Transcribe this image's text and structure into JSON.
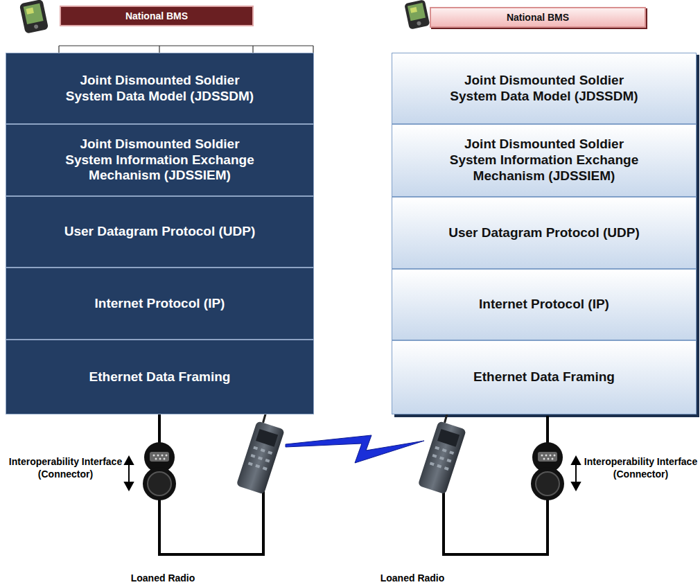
{
  "diagram": {
    "nodes": [
      {
        "text": [
          "National BMS"
        ]
      },
      {
        "text": [
          "Joint Dismounted Soldier System Data Model (JDSSDM)"
        ]
      },
      {
        "text": [
          "Joint Dismounted Soldier System Information Exchange Mechanism (JDSSIEM)"
        ]
      },
      {
        "text": [
          "User Datagram Protocol (UDP)"
        ]
      },
      {
        "text": [
          "Internet Protocol (IP)"
        ]
      },
      {
        "text": [
          "Ethernet Data Framing"
        ]
      },
      {
        "text": [
          "National BMS"
        ]
      },
      {
        "text": [
          "Joint Dismounted Soldier System Data Model (JDSSDM)"
        ]
      },
      {
        "text": [
          "Joint Dismounted Soldier System Information Exchange Mechanism (JDSSIEM)"
        ]
      },
      {
        "text": [
          "User Datagram Protocol (UDP)"
        ]
      },
      {
        "text": [
          "Internet Protocol (IP)"
        ]
      },
      {
        "text": [
          "Ethernet Data Framing"
        ]
      }
    ],
    "labels": [
      "Interoperability Interface (Connector)",
      "Interoperability Interface (Connector)",
      "Loaned Radio",
      "Loaned Radio"
    ]
  }
}
